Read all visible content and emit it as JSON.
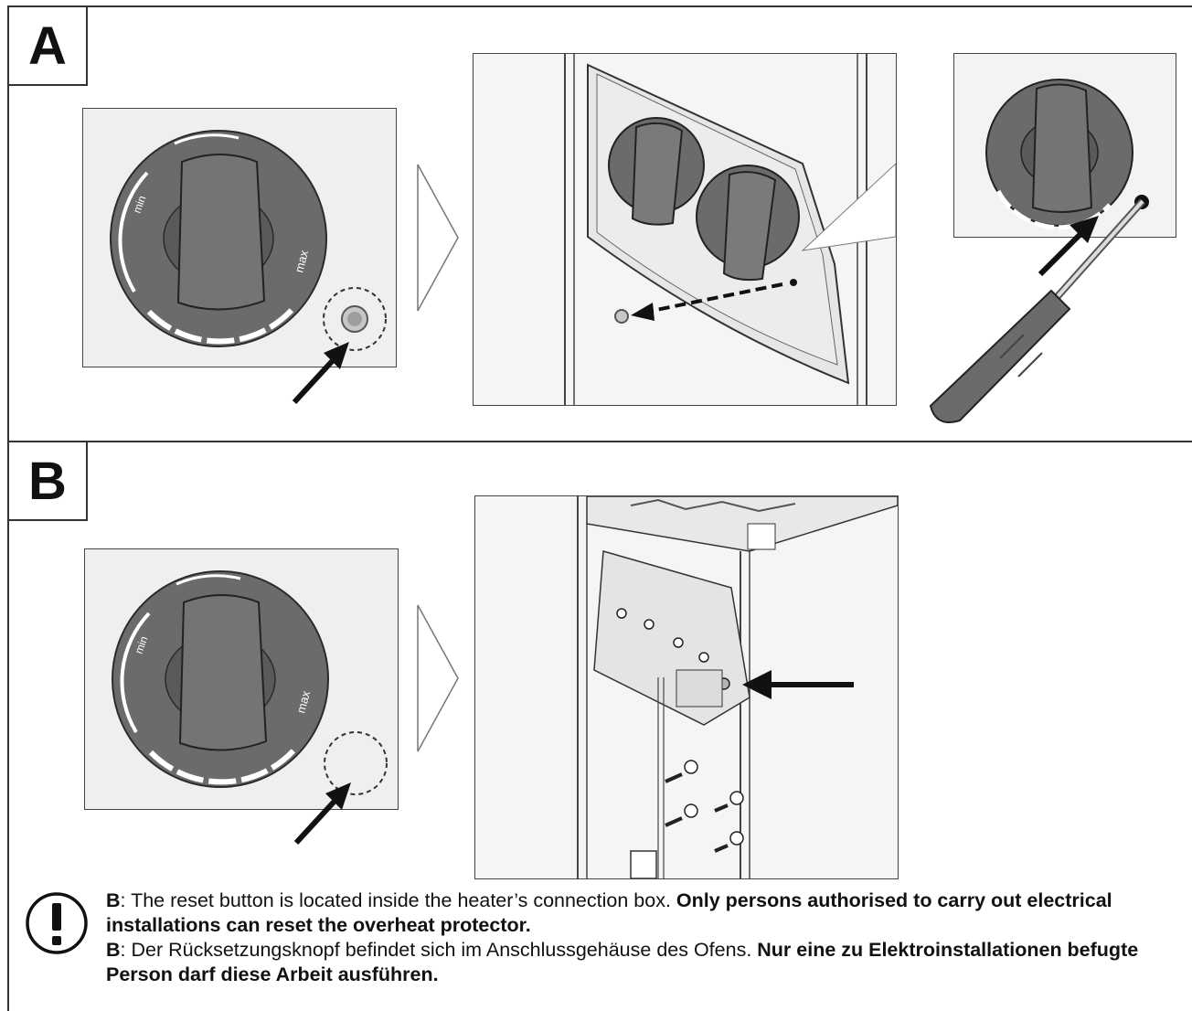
{
  "sections": {
    "a": {
      "label": "A"
    },
    "b": {
      "label": "B"
    }
  },
  "knob": {
    "min_label": "min",
    "max_label": "max"
  },
  "notice": {
    "english": {
      "prefix": "B",
      "normal": ": The reset button is located inside the heater’s connection box. ",
      "bold": "Only persons authorised to carry out electrical installations can reset the overheat protector."
    },
    "german": {
      "prefix": "B",
      "normal": ": Der Rücksetzungsknopf befindet sich im Anschlussgehäuse des Ofens. ",
      "bold": "Nur eine zu Elektroinstallationen befugte Person darf diese Arbeit ausführen."
    }
  },
  "colors": {
    "knob_dark": "#6b6b6b",
    "panel_bg": "#efefef",
    "line": "#333333"
  }
}
